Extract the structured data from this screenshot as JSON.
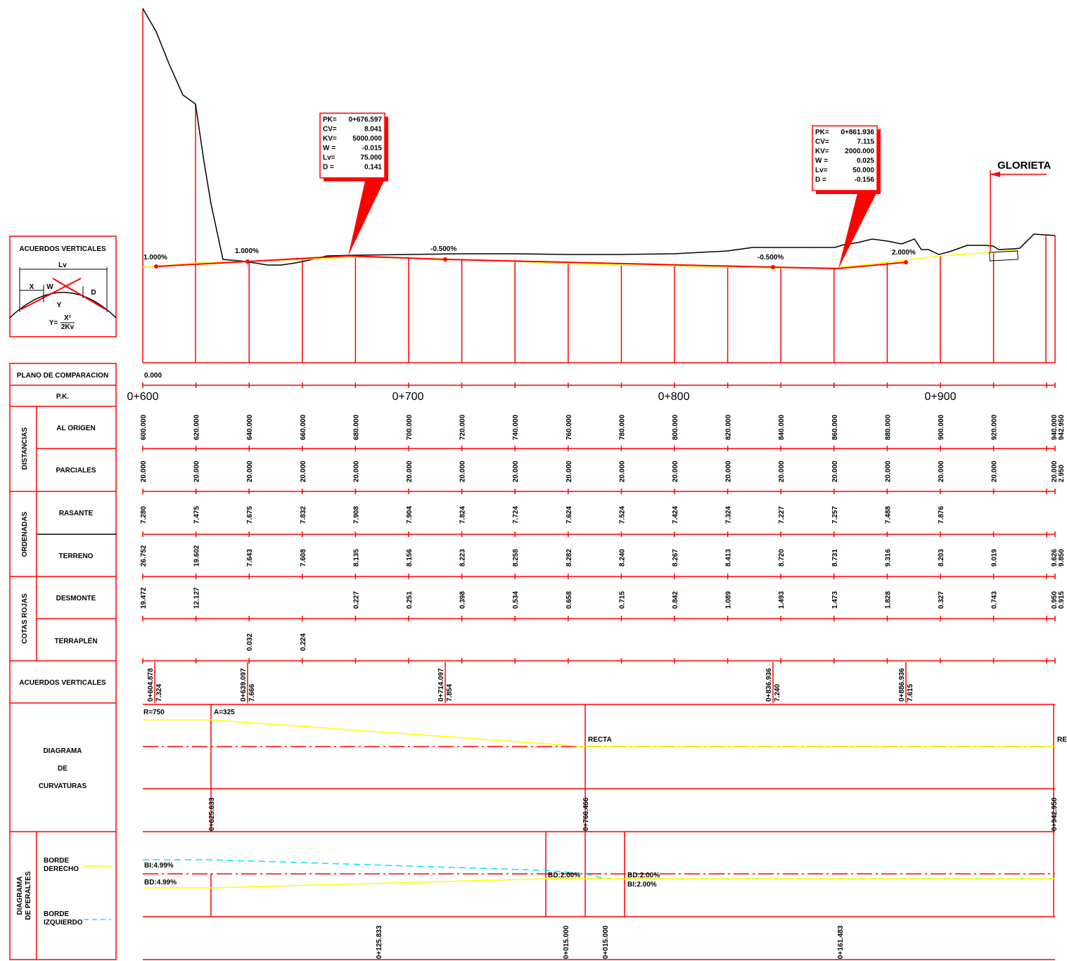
{
  "colors": {
    "frame": "#ff0000",
    "terrain": "#000000",
    "grade_line": "#ffff00",
    "left_edge": "#00e5ff",
    "text": "#000000"
  },
  "legend_box": {
    "title": "ACUERDOS VERTICALES",
    "lv": "Lv",
    "x": "X",
    "w": "W",
    "d": "D",
    "y": "Y",
    "formula_lhs": "Y=",
    "formula_num": "X²",
    "formula_den": "2Kv"
  },
  "curve_boxes": [
    {
      "lines": [
        [
          "PK=",
          "0+676.597"
        ],
        [
          "CV=",
          "8.041"
        ],
        [
          "KV=",
          "5000.000"
        ],
        [
          "W =",
          "-0.015"
        ],
        [
          "Lv=",
          "75.000"
        ],
        [
          "D =",
          "0.141"
        ]
      ]
    },
    {
      "lines": [
        [
          "PK=",
          "0+861.936"
        ],
        [
          "CV=",
          "7.115"
        ],
        [
          "KV=",
          "2000.000"
        ],
        [
          "W =",
          "0.025"
        ],
        [
          "Lv=",
          "50.000"
        ],
        [
          "D =",
          "-0.156"
        ]
      ]
    }
  ],
  "grade_labels": [
    "1.000%",
    "1.000%",
    "-0.500%",
    "-0.500%",
    "2.000%"
  ],
  "glorieta": "GLORIETA",
  "rows": {
    "plano": "PLANO DE COMPARACION",
    "plano_value": "0.000",
    "pk": "P.K.",
    "distancias": "DISTANCIAS",
    "al_origen": "AL ORIGEN",
    "parciales": "PARCIALES",
    "ordenadas": "ORDENADAS",
    "rasante": "RASANTE",
    "terreno": "TERRENO",
    "cotas_rojas": "COTAS ROJAS",
    "desmonte": "DESMONTE",
    "terraplen": "TERRAPLÉN",
    "acuerdos": "ACUERDOS VERTICALES",
    "diagrama": "DIAGRAMA",
    "de": "DE",
    "curvaturas": "CURVATURAS",
    "diagrama_peraltes_1": "DIAGRAMA",
    "diagrama_peraltes_2": "DE PERALTES",
    "borde_derecho_1": "BORDE",
    "borde_derecho_2": "DERECHO",
    "borde_izquierdo_1": "BORDE",
    "borde_izquierdo_2": "IZQUIERDO"
  },
  "pk_labels": [
    "0+600",
    "0+700",
    "0+800",
    "0+900"
  ],
  "al_origen": [
    "600.000",
    "620.000",
    "640.000",
    "660.000",
    "680.000",
    "700.000",
    "720.000",
    "740.000",
    "760.000",
    "780.000",
    "800.000",
    "820.000",
    "840.000",
    "860.000",
    "880.000",
    "900.000",
    "920.000",
    "940.000",
    "942.950"
  ],
  "parciales": [
    "20.000",
    "20.000",
    "20.000",
    "20.000",
    "20.000",
    "20.000",
    "20.000",
    "20.000",
    "20.000",
    "20.000",
    "20.000",
    "20.000",
    "20.000",
    "20.000",
    "20.000",
    "20.000",
    "20.000",
    "20.000",
    "2.950"
  ],
  "rasante": [
    "7.280",
    "7.475",
    "7.675",
    "7.832",
    "7.908",
    "7.904",
    "7.824",
    "7.724",
    "7.624",
    "7.524",
    "7.424",
    "7.324",
    "7.227",
    "7.257",
    "7.488",
    "7.876"
  ],
  "terreno": [
    "26.752",
    "19.602",
    "7.643",
    "7.608",
    "8.135",
    "8.156",
    "8.223",
    "8.258",
    "8.282",
    "8.240",
    "8.267",
    "8.413",
    "8.720",
    "8.731",
    "9.316",
    "8.203",
    "9.019",
    "9.626",
    "9.850"
  ],
  "desmonte": [
    "19.472",
    "12.127",
    "",
    "",
    "0.227",
    "0.251",
    "0.398",
    "0.534",
    "0.658",
    "0.715",
    "0.842",
    "1.089",
    "1.493",
    "1.473",
    "1.828",
    "0.327",
    "0.743",
    "0.950",
    "0.915"
  ],
  "terraplen": [
    "",
    "",
    "0.032",
    "0.224"
  ],
  "acuerdos": [
    {
      "pk": "0+604.878",
      "z": "7.324"
    },
    {
      "pk": "0+639.097",
      "z": "7.666"
    },
    {
      "pk": "0+714.097",
      "z": "7.854"
    },
    {
      "pk": "0+836.936",
      "z": "7.240"
    },
    {
      "pk": "0+886.936",
      "z": "7.615"
    }
  ],
  "curvatura": {
    "r": "R=750",
    "a": "A=325",
    "recta1": "RECTA",
    "recta2": "REC",
    "pks": [
      "0+625.633",
      "0+766.466",
      "0+942.950"
    ]
  },
  "peraltes": {
    "bi_start": "BI:4.99%",
    "bd_start": "BD:4.99%",
    "bd_mid": "BD:2.00%",
    "bd_mid2": "BD:2.00%",
    "bi_mid2": "BI:2.00%",
    "pks": [
      "0+125.833",
      "0+015.000",
      "0+015.000",
      "0+161.483"
    ]
  }
}
